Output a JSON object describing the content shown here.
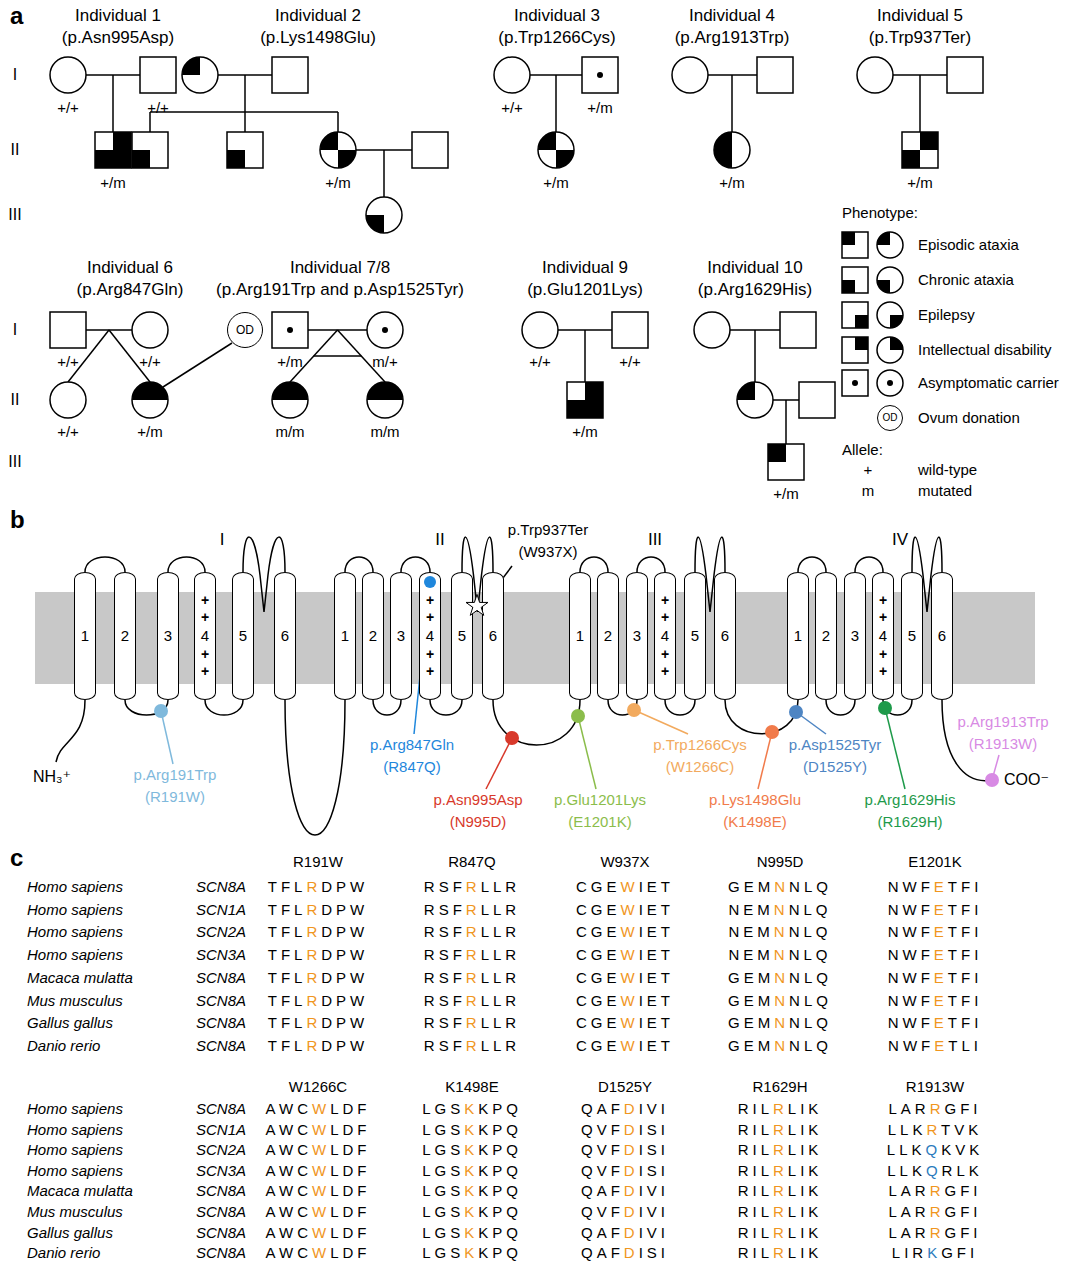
{
  "diagram": {
    "nodes": [
      {
        "text": [
          "OD"
        ]
      },
      {
        "text": [
          "OD"
        ]
      },
      {
        "text": [
          "1"
        ]
      },
      {
        "text": [
          "2"
        ]
      },
      {
        "text": [
          "3"
        ]
      },
      {
        "text": [
          "+",
          "+",
          "4",
          "+",
          "+"
        ]
      },
      {
        "text": [
          "5"
        ]
      },
      {
        "text": [
          "6"
        ]
      },
      {
        "text": [
          "1"
        ]
      },
      {
        "text": [
          "2"
        ]
      },
      {
        "text": [
          "3"
        ]
      },
      {
        "text": [
          "+",
          "+",
          "4",
          "+",
          "+"
        ]
      },
      {
        "text": [
          "5"
        ]
      },
      {
        "text": [
          "6"
        ]
      },
      {
        "text": [
          "1"
        ]
      },
      {
        "text": [
          "2"
        ]
      },
      {
        "text": [
          "3"
        ]
      },
      {
        "text": [
          "+",
          "+",
          "4",
          "+",
          "+"
        ]
      },
      {
        "text": [
          "5"
        ]
      },
      {
        "text": [
          "6"
        ]
      },
      {
        "text": [
          "1"
        ]
      },
      {
        "text": [
          "2"
        ]
      },
      {
        "text": [
          "3"
        ]
      },
      {
        "text": [
          "+",
          "+",
          "4",
          "+",
          "+"
        ]
      },
      {
        "text": [
          "5"
        ]
      },
      {
        "text": [
          "6"
        ]
      }
    ],
    "labels": [
      "a",
      "Individual 1",
      "(p.Asn995Asp)",
      "Individual 2",
      "(p.Lys1498Glu)",
      "Individual 3",
      "(p.Trp1266Cys)",
      "Individual 4",
      "(p.Arg1913Trp)",
      "Individual 5",
      "(p.Trp937Ter)",
      "I",
      "II",
      "III",
      "+/+",
      "+/+",
      "+/m",
      "+/m",
      "+/+",
      "+/m",
      "+/m",
      "+/m",
      "+/m",
      "Individual 6",
      "(p.Arg847Gln)",
      "Individual 7/8",
      "(p.Arg191Trp and p.Asp1525Tyr)",
      "Individual 9",
      "(p.Glu1201Lys)",
      "Individual 10",
      "(p.Arg1629His)",
      "I",
      "II",
      "III",
      "+/+",
      "+/+",
      "+/+",
      "+/m",
      "+/m",
      "m/+",
      "m/m",
      "m/m",
      "+/+",
      "+/+",
      "+/m",
      "+/m",
      "Phenotype:",
      "Allele:",
      "+",
      "m",
      "b",
      "I",
      "II",
      "III",
      "IV",
      "p.Trp937Ter",
      "(W937X)",
      "p.Arg191Trp",
      "(R191W)",
      "p.Arg847Gln",
      "(R847Q)",
      "p.Asn995Asp",
      "(N995D)",
      "p.Glu1201Lys",
      "(E1201K)",
      "p.Trp1266Cys",
      "(W1266C)",
      "p.Lys1498Glu",
      "(K1498E)",
      "p.Asp1525Tyr",
      "(D1525Y)",
      "p.Arg1629His",
      "(R1629H)",
      "p.Arg1913Trp",
      "(R1913W)",
      "NH₃⁺",
      "COO⁻",
      "c",
      "R191W",
      "R847Q",
      "W937X",
      "N995D",
      "E1201K",
      "Homo sapiens",
      "SCN8A",
      "TFLRDPW",
      "RSFRLLR",
      "CGEWIET",
      "GEMNNLQ",
      "NWFETFI",
      "Homo sapiens",
      "SCN1A",
      "TFLRDPW",
      "RSFRLLR",
      "CGEWIET",
      "NEMNNLQ",
      "NWFETFI",
      "Homo sapiens",
      "SCN2A",
      "TFLRDPW",
      "RSFRLLR",
      "CGEWIET",
      "NEMNNLQ",
      "NWFETFI",
      "Homo sapiens",
      "SCN3A",
      "TFLRDPW",
      "RSFRLLR",
      "CGEWIET",
      "NEMNNLQ",
      "NWFETFI",
      "Macaca mulatta",
      "SCN8A",
      "TFLRDPW",
      "RSFRLLR",
      "CGEWIET",
      "GEMNNLQ",
      "NWFETFI",
      "Mus musculus",
      "SCN8A",
      "TFLRDPW",
      "RSFRLLR",
      "CGEWIET",
      "GEMNNLQ",
      "NWFETFI",
      "Gallus gallus",
      "SCN8A",
      "TFLRDPW",
      "RSFRLLR",
      "CGEWIET",
      "GEMNNLQ",
      "NWFETFI",
      "Danio rerio",
      "SCN8A",
      "TFLRDPW",
      "RSFRLLR",
      "CGEWIET",
      "GEMNNLQ",
      "NWFETLI",
      "W1266C",
      "K1498E",
      "D1525Y",
      "R1629H",
      "R1913W",
      "Homo sapiens",
      "SCN8A",
      "AWCWLDF",
      "LGSKKPQ",
      "QAFDIVI",
      "RILRLIK",
      "LARRGFI",
      "Homo sapiens",
      "SCN1A",
      "AWCWLDF",
      "LGSKKPQ",
      "QVFDISI",
      "RILRLIK",
      "LLKRTVK",
      "Homo sapiens",
      "SCN2A",
      "AWCWLDF",
      "LGSKKPQ",
      "QVFDISI",
      "RILRLIK",
      "LLKQKVK",
      "Homo sapiens",
      "SCN3A",
      "AWCWLDF",
      "LGSKKPQ",
      "QVFDISI",
      "RILRLIK",
      "LLKQRLK",
      "Macaca mulatta",
      "SCN8A",
      "AWCWLDF",
      "LGSKKPQ",
      "QAFDIVI",
      "RILRLIK",
      "LARRGFI",
      "Mus musculus",
      "SCN8A",
      "AWCWLDF",
      "LGSKKPQ",
      "QVFDIVI",
      "RILRLIK",
      "LARRGFI",
      "Gallus gallus",
      "SCN8A",
      "AWCWLDF",
      "LGSKKPQ",
      "QAFDIVI",
      "RILRLIK",
      "LARRGFI",
      "Danio rerio",
      "SCN8A",
      "AWCWLDF",
      "LGSKKPQ",
      "QAFDISI",
      "RILRLIK",
      "LIRKGFI"
    ],
    "legend": [
      {
        "text": "Episodic ataxia"
      },
      {
        "text": "Chronic ataxia"
      },
      {
        "text": "Epilepsy"
      },
      {
        "text": "Intellectual disability"
      },
      {
        "text": "Asymptomatic carrier"
      },
      {
        "text": "Ovum donation"
      },
      {
        "text": "wild-type"
      },
      {
        "text": "mutated"
      }
    ]
  }
}
